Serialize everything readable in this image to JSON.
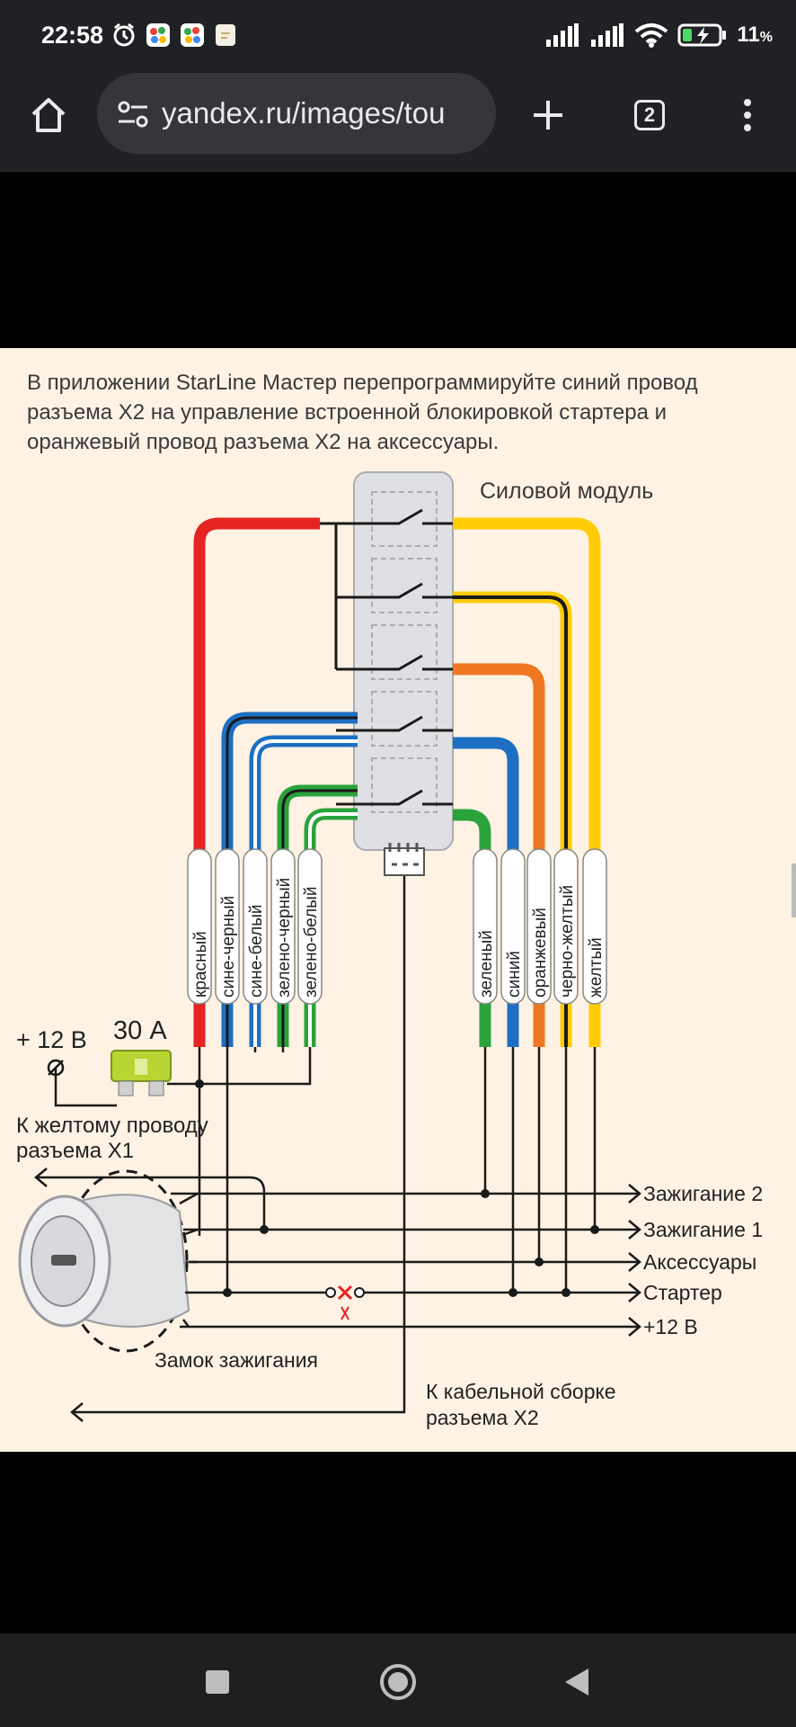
{
  "status_bar": {
    "time": "22:58",
    "battery_text": "11",
    "left_icons": [
      "alarm-icon",
      "app-icon",
      "app-icon",
      "file-icon"
    ],
    "right_icons": [
      "signal-icon",
      "signal-icon",
      "wifi-icon",
      "battery-charging-icon"
    ]
  },
  "browser": {
    "url": "yandex.ru/images/tou",
    "tab_count": "2",
    "icons": [
      "home-icon",
      "site-settings-icon",
      "new-tab-plus-icon",
      "tab-switcher-icon",
      "more-vert-icon"
    ]
  },
  "diagram": {
    "caption": [
      "В приложении StarLine Мастер перепрограммируйте синий провод",
      "разъема X2 на управление встроенной блокировкой стартера и",
      "оранжевый провод разъема X2 на аксессуары."
    ],
    "module_title": "Силовой модуль",
    "left_wires": [
      "красный",
      "сине-черный",
      "сине-белый",
      "зелено-черный",
      "зелено-белый"
    ],
    "right_wires": [
      "зеленый",
      "синий",
      "оранжевый",
      "черно-желтый",
      "желтый"
    ],
    "voltage_label": "+ 12 В",
    "fuse_label": "30 А",
    "x1_label": [
      "К желтому проводу",
      "разъема X1"
    ],
    "outputs": [
      "Зажигание 2",
      "Зажигание 1",
      "Аксессуары",
      "Стартер",
      "+12 В"
    ],
    "ignition_label": "Замок зажигания",
    "x2_label": [
      "К кабельной сборке",
      "разъема X2"
    ],
    "colors": {
      "red": "#e52421",
      "blue": "#1c6fc2",
      "orange": "#ef7622",
      "yellow": "#ffcb05",
      "green": "#2aa33b",
      "black": "#1a1a1a"
    }
  },
  "nav": {
    "icons": [
      "recents-square-icon",
      "home-circle-icon",
      "back-triangle-icon"
    ]
  }
}
